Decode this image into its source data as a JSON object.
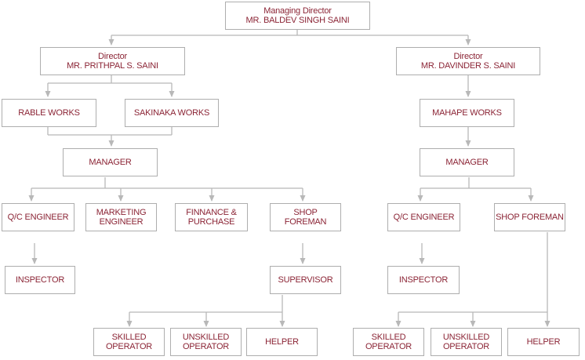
{
  "colors": {
    "text": "#8b2435",
    "border": "#aeaeae",
    "connector": "#b8b8b8"
  },
  "nodes": {
    "md": {
      "l1": "Managing Director",
      "l2": "MR. BALDEV SINGH SAINI"
    },
    "dir1": {
      "l1": "Director",
      "l2": "MR. PRITHPAL S. SAINI"
    },
    "dir2": {
      "l1": "Director",
      "l2": "MR. DAVINDER  S. SAINI"
    },
    "rable": {
      "l1": "RABLE WORKS"
    },
    "sakinaka": {
      "l1": "SAKINAKA WORKS"
    },
    "mahape": {
      "l1": "MAHAPE WORKS"
    },
    "mgr1": {
      "l1": "MANAGER"
    },
    "mgr2": {
      "l1": "MANAGER"
    },
    "qc1": {
      "l1": "Q/C ENGINEER"
    },
    "mkt": {
      "l1": "MARKETING",
      "l2": "ENGINEER"
    },
    "fin": {
      "l1": "FINNANCE &",
      "l2": "PURCHASE"
    },
    "shop1": {
      "l1": "SHOP",
      "l2": "FOREMAN"
    },
    "qc2": {
      "l1": "Q/C ENGINEER"
    },
    "shop2": {
      "l1": "SHOP FOREMAN"
    },
    "insp1": {
      "l1": "INSPECTOR"
    },
    "sup": {
      "l1": "SUPERVISOR"
    },
    "insp2": {
      "l1": "INSPECTOR"
    },
    "sk1": {
      "l1": "SKILLED",
      "l2": "OPERATOR"
    },
    "unsk1": {
      "l1": "UNSKILLED",
      "l2": "OPERATOR"
    },
    "help1": {
      "l1": "HELPER"
    },
    "sk2": {
      "l1": "SKILLED",
      "l2": "OPERATOR"
    },
    "unsk2": {
      "l1": "UNSKILLED",
      "l2": "OPERATOR"
    },
    "help2": {
      "l1": "HELPER"
    }
  }
}
